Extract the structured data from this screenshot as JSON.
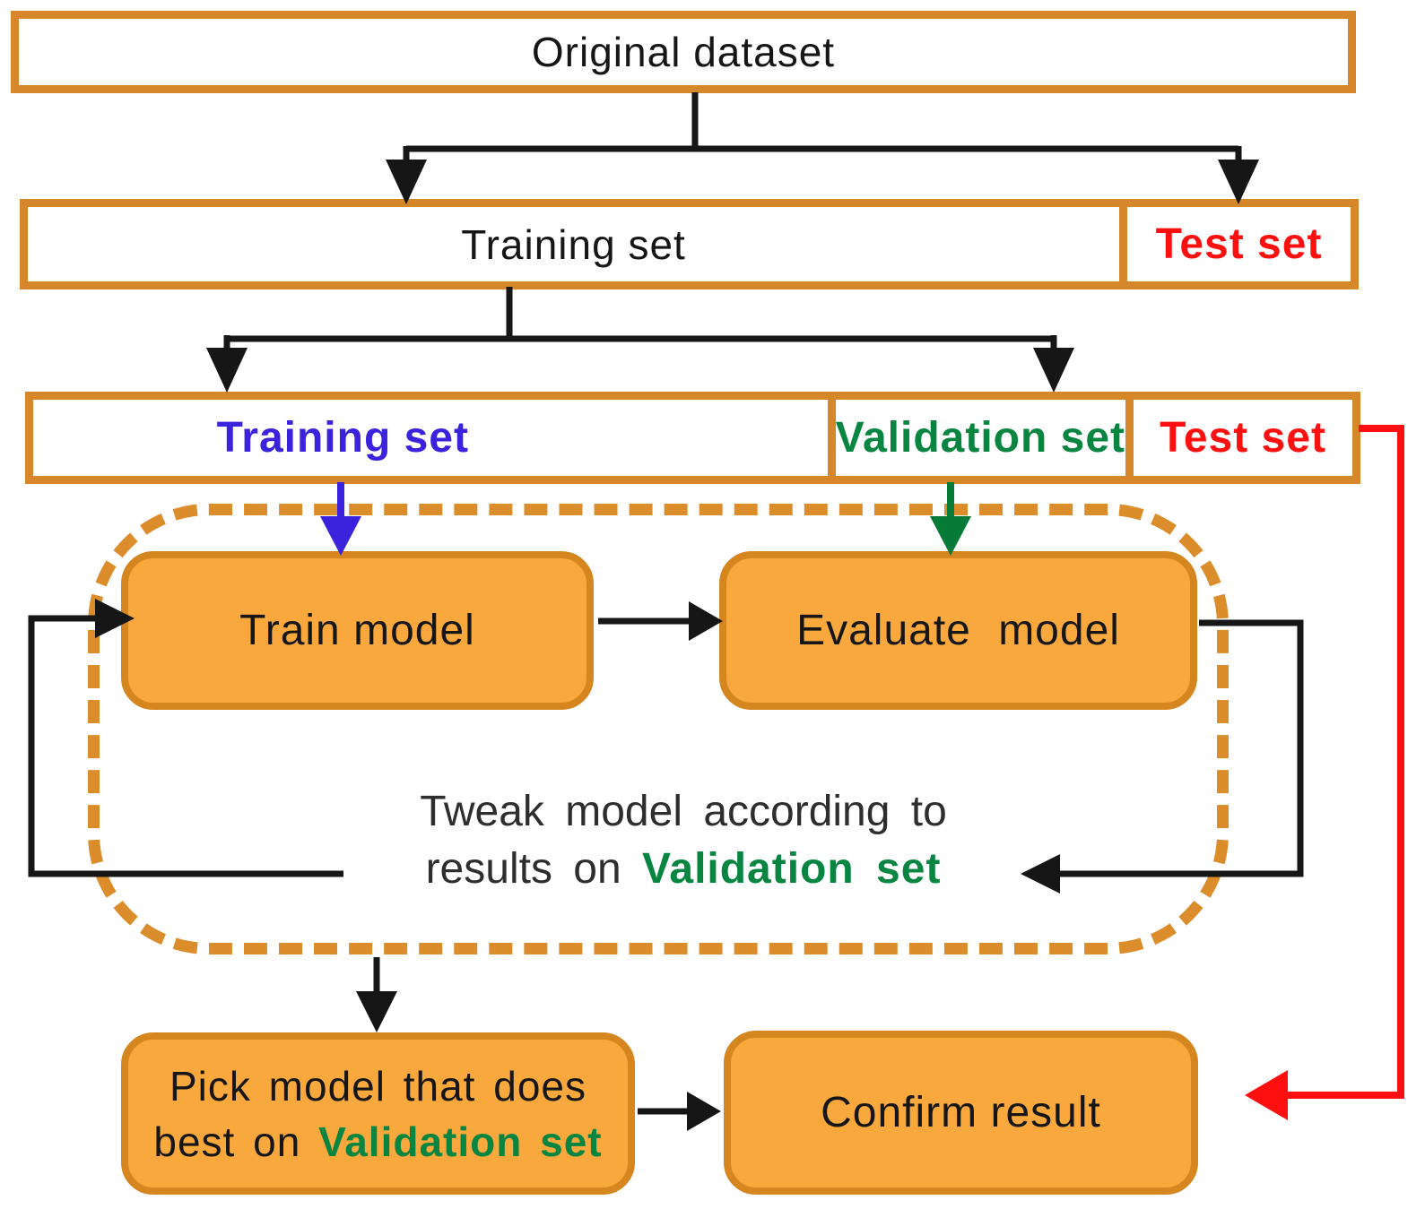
{
  "colors": {
    "orange_border": "#D6872A",
    "node_border": "#D6861F",
    "orange_fill": "#F8A83C",
    "dotted": "#DC8D2B",
    "red": "#FF1010",
    "blue": "#3B22DC",
    "green": "#088540",
    "green_arrow": "#067A37",
    "ink": "#161616",
    "tweak_ink": "#2E2E2E"
  },
  "bars": {
    "original_label": "Original dataset",
    "row2_training_label": "Training set",
    "row2_test_label": "Test set",
    "row3_training_label": "Training set",
    "row3_validation_label": "Validation set",
    "row3_test_label": "Test set"
  },
  "loop": {
    "train_label": "Train model",
    "evaluate_label": "Evaluate model",
    "tweak_line1": "Tweak model according to",
    "tweak_line2_prefix": "results on ",
    "tweak_line2_highlight": "Validation set"
  },
  "outputs": {
    "pick_line1": "Pick model that does",
    "pick_line2_prefix": "best on ",
    "pick_line2_highlight": "Validation set",
    "confirm_label": "Confirm result"
  }
}
